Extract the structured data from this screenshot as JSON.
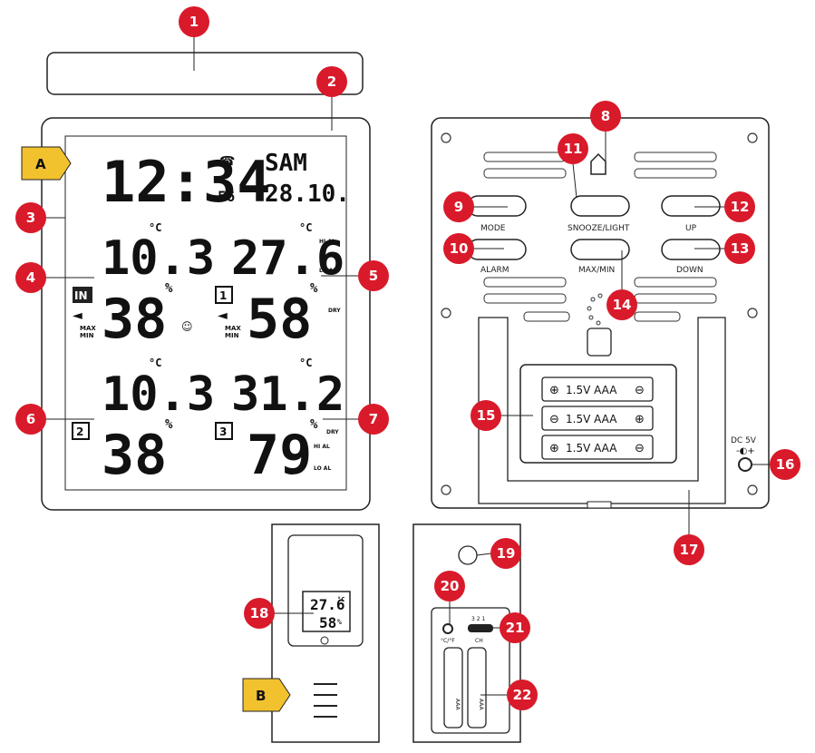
{
  "callouts": [
    "1",
    "2",
    "3",
    "4",
    "5",
    "6",
    "7",
    "8",
    "9",
    "10",
    "11",
    "12",
    "13",
    "14",
    "15",
    "16",
    "17",
    "18",
    "19",
    "20",
    "21",
    "22"
  ],
  "tags": {
    "a": "A",
    "b": "B"
  },
  "display": {
    "time": "12:34",
    "seconds": "56",
    "weekday": "SAM",
    "date": "28.10.",
    "units": {
      "celsius": "°C",
      "percent": "%"
    },
    "in_label": "IN",
    "max": "MAX",
    "min": "MIN",
    "hi_al": "HI AL",
    "lo_al": "LO AL",
    "dry": "DRY",
    "channels": {
      "ch1": "1",
      "ch2": "2",
      "ch3": "3"
    },
    "indoor": {
      "temp": "10.3",
      "humidity": "38"
    },
    "ch1": {
      "temp": "27.6",
      "humidity": "58"
    },
    "ch2": {
      "temp": "10.3",
      "humidity": "38"
    },
    "ch3": {
      "temp": "31.2",
      "humidity": "79"
    }
  },
  "back": {
    "buttons": {
      "mode": "MODE",
      "snooze_light": "SNOOZE/LIGHT",
      "up": "UP",
      "alarm": "ALARM",
      "max_min": "MAX/MIN",
      "down": "DOWN"
    },
    "batteries": [
      "1.5V AAA",
      "1.5V AAA",
      "1.5V AAA"
    ],
    "dc": "DC 5V"
  },
  "sensor": {
    "temp": "27.6",
    "temp_unit": "°C",
    "humidity": "58",
    "humidity_unit": "%",
    "cf_label": "°C/°F",
    "ch_label": "CH",
    "ch_numbers": "3 2 1",
    "battery_label": "AAA"
  }
}
